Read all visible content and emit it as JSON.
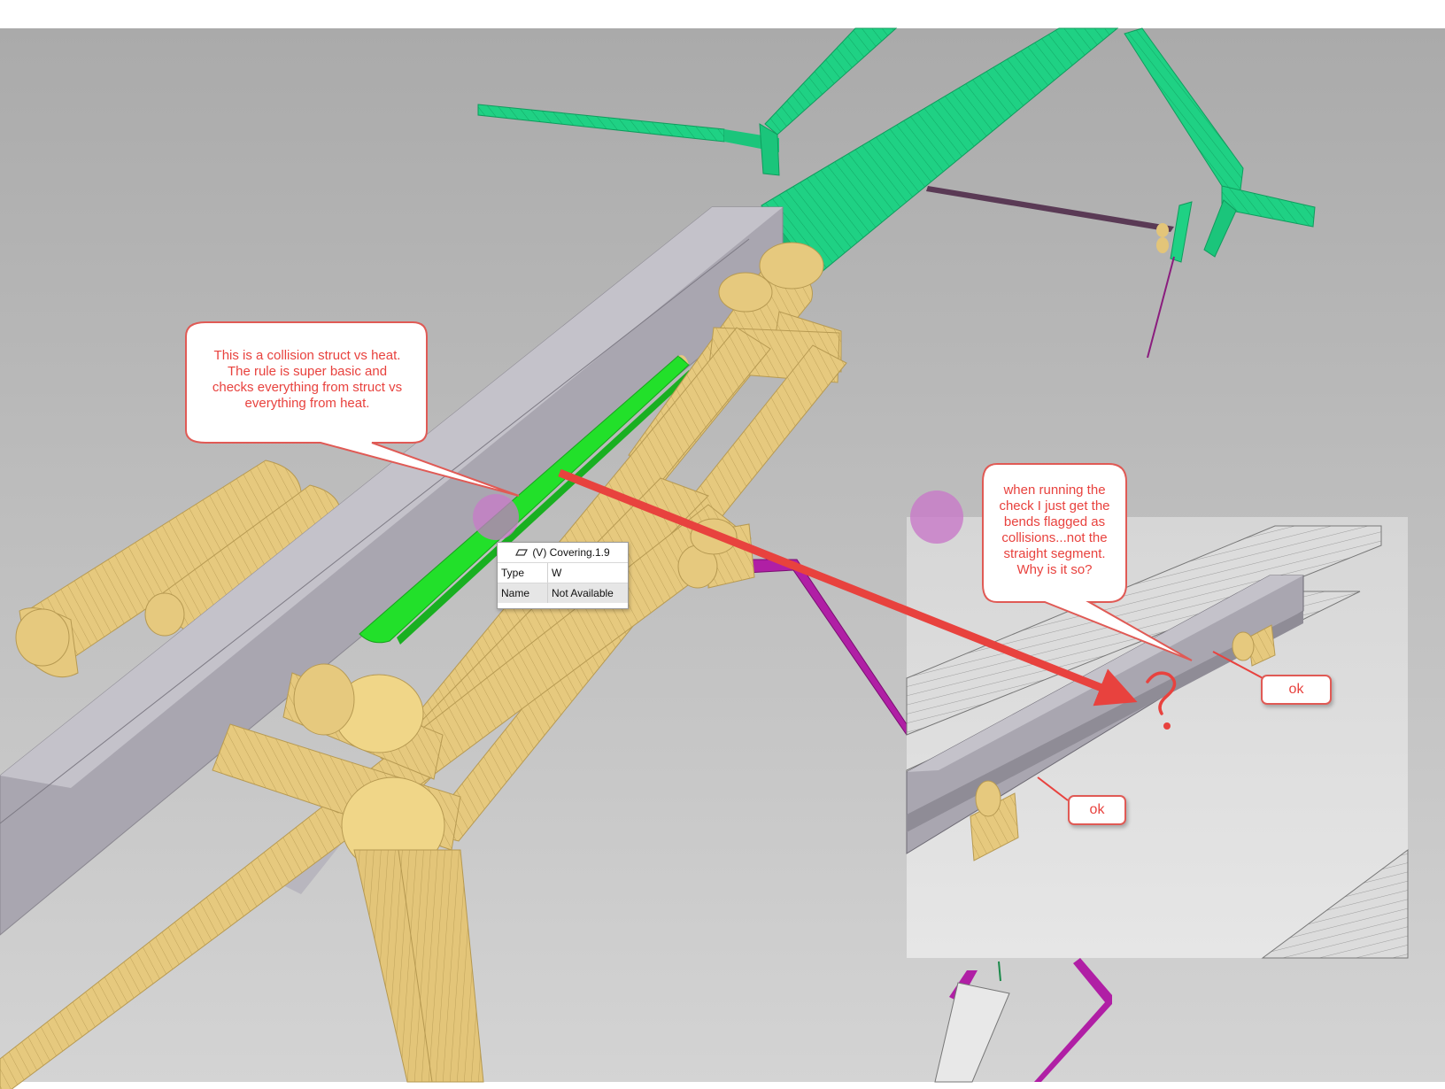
{
  "annotations": {
    "callout_main": {
      "lines": [
        "This is a collision struct vs heat.",
        "The rule is super basic and",
        "checks everything from struct vs",
        "everything from heat."
      ]
    },
    "callout_question": {
      "lines": [
        "when running the",
        "check I just get the",
        "bends flagged as",
        "collisions...not the",
        "straight segment.",
        "Why is it so?"
      ]
    },
    "ok_top_label": "ok",
    "ok_bottom_label": "ok",
    "question_mark": "?"
  },
  "tooltip": {
    "icon": "covering-icon",
    "title": "(V) Covering.1.9",
    "rows": [
      {
        "key": "Type",
        "value": "W"
      },
      {
        "key": "Name",
        "value": "Not Available"
      }
    ]
  },
  "colors": {
    "background": "#bdbdbd",
    "beam": "#a9a6b0",
    "beam_top": "#c4c2ca",
    "pipe_yellow": "#e6c97e",
    "pipe_yellow_dark": "#c9a75c",
    "pipe_green": "#1fd184",
    "pipe_green_dark": "#14a866",
    "highlight_green": "#22e02a",
    "pipe_magenta": "#b01fa5",
    "annotation_red": "#e8423e"
  }
}
